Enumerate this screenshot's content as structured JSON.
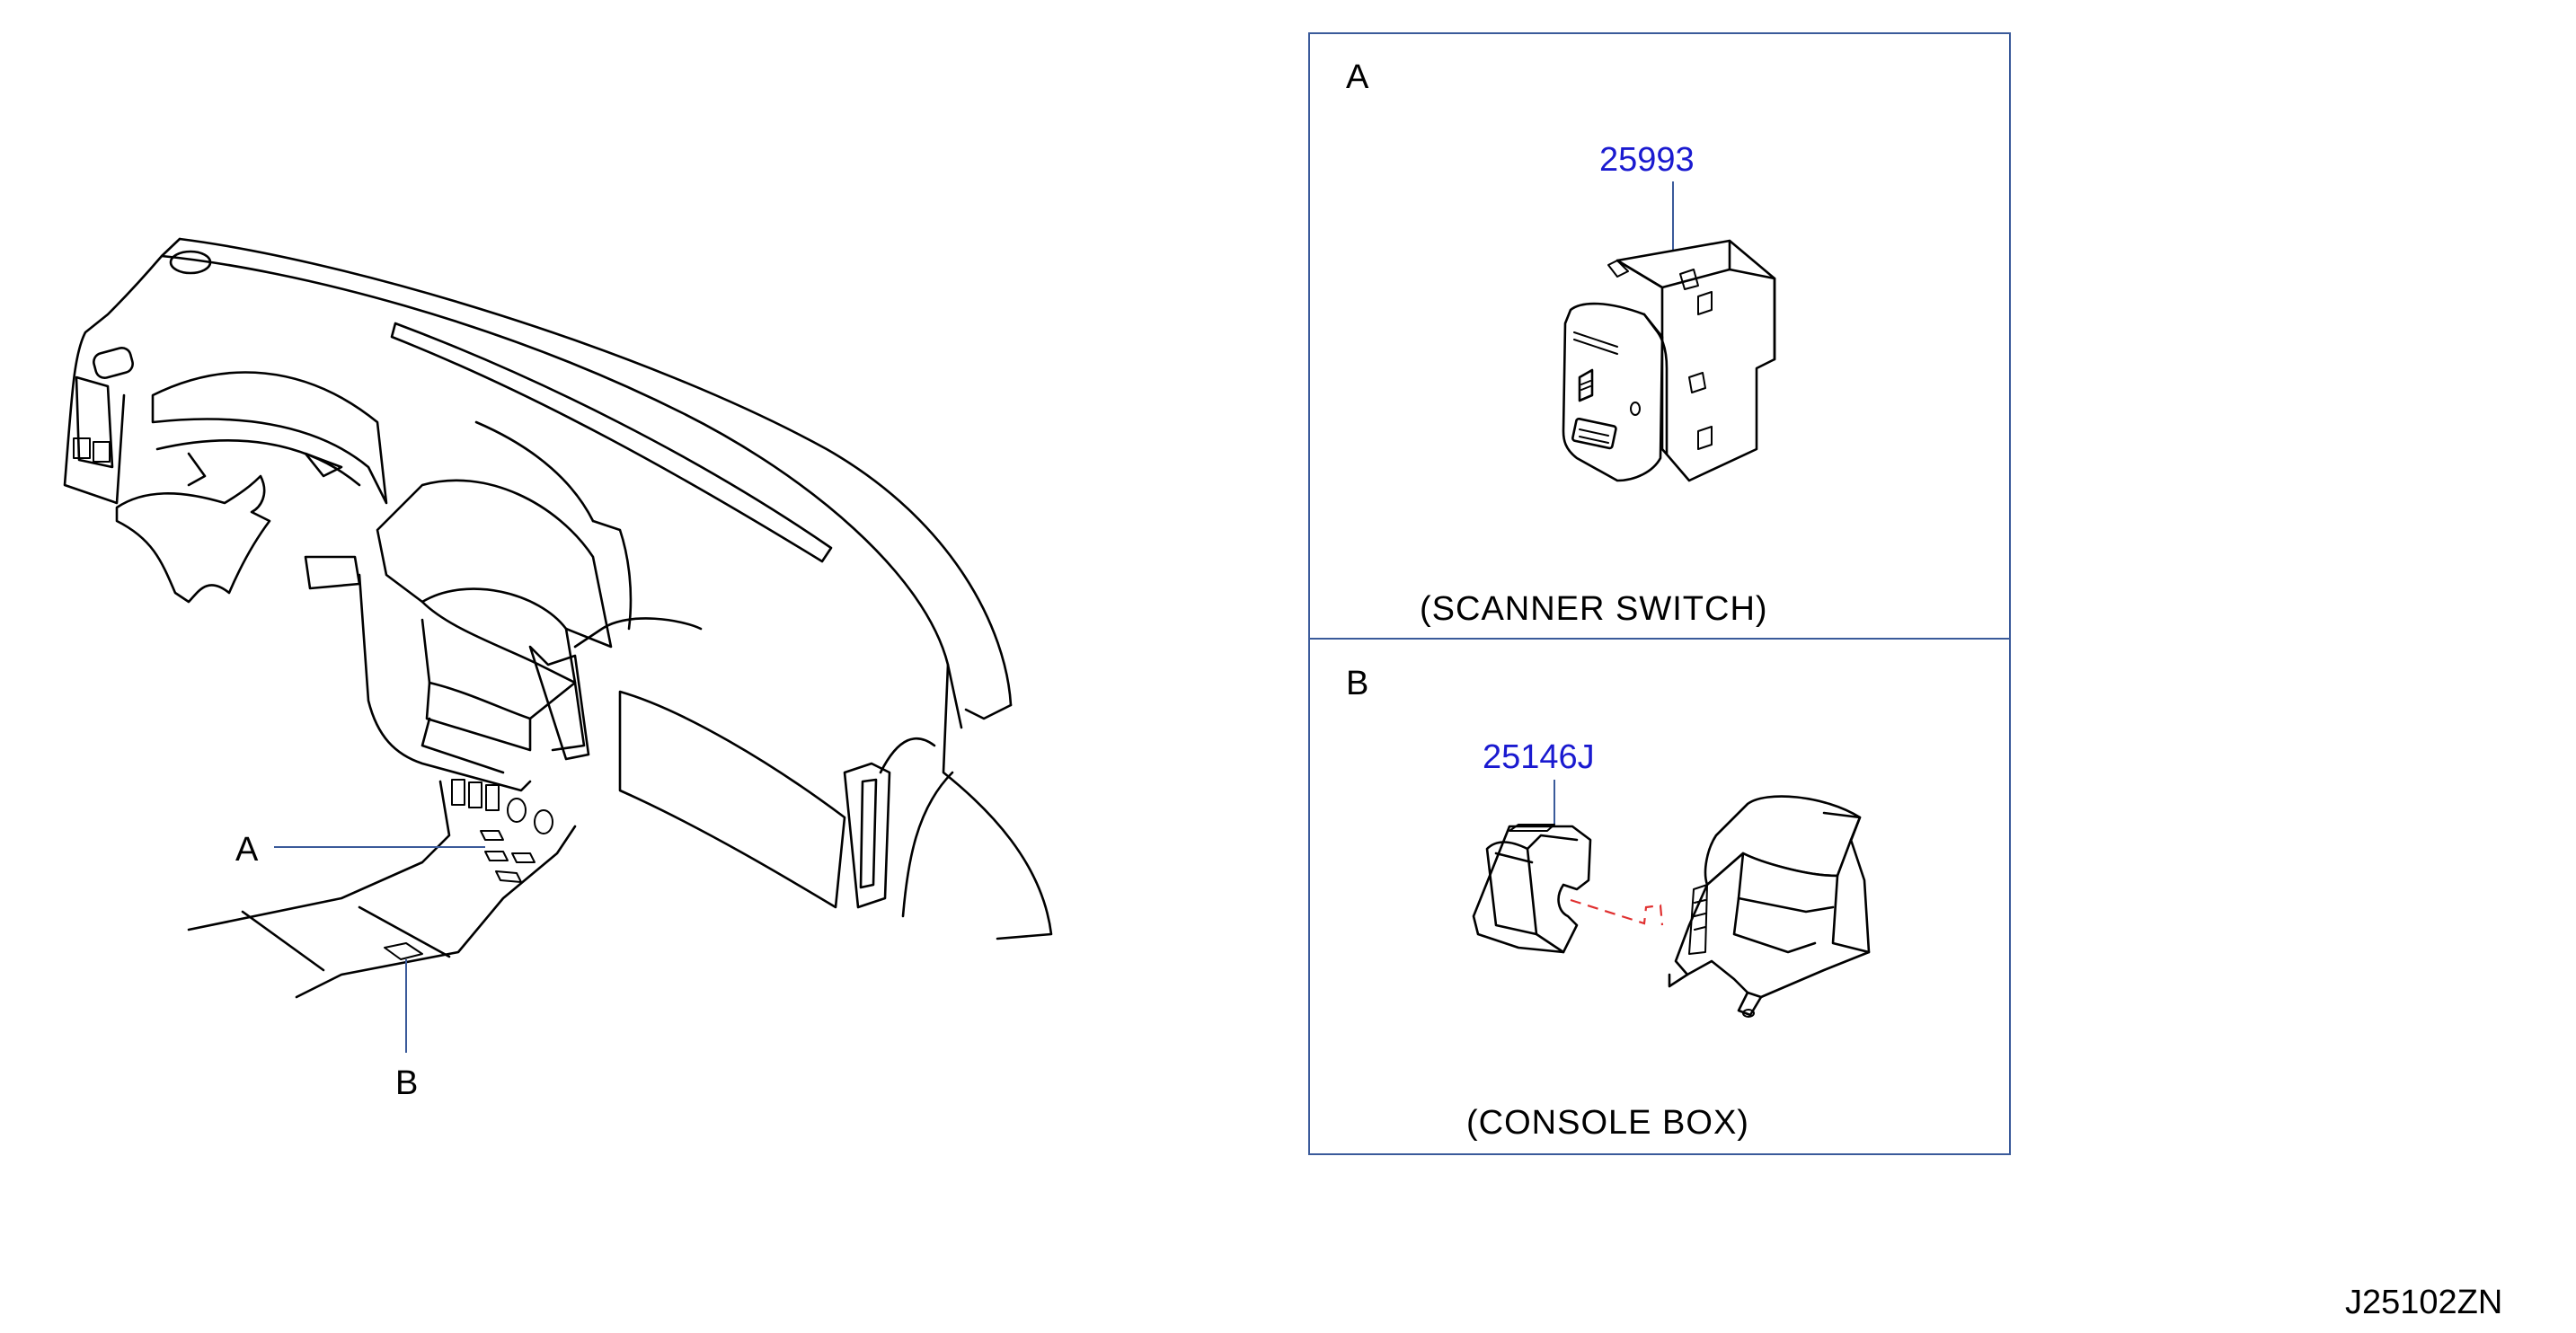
{
  "colors": {
    "frame": "#3a5a9a",
    "leader": "#3a5a9a",
    "part_number": "#1a1ad0",
    "line_art": "#000000",
    "dashed_connector": "#e03030"
  },
  "overview": {
    "callout_a": "A",
    "callout_b": "B"
  },
  "detail_a": {
    "label": "A",
    "part_number": "25993",
    "caption": "(SCANNER  SWITCH)"
  },
  "detail_b": {
    "label": "B",
    "part_number": "25146J",
    "caption": "(CONSOLE  BOX)"
  },
  "drawing_code": "J25102ZN"
}
